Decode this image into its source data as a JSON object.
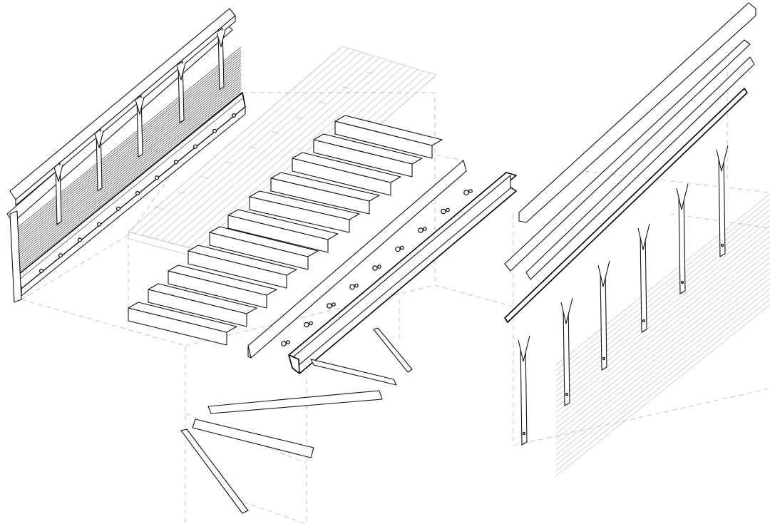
{
  "figure": {
    "kind": "exploded isometric line drawing of a footbridge assembly",
    "components": [
      {
        "name": "left-railing-assembly",
        "icon": "railing-icon"
      },
      {
        "name": "deck-boards",
        "icon": "deck-icon"
      },
      {
        "name": "cross-joists",
        "icon": "joist-icon"
      },
      {
        "name": "steel-channel-beam",
        "icon": "i-beam-icon"
      },
      {
        "name": "angle-brace-members",
        "icon": "angle-brace-icon"
      },
      {
        "name": "right-handrail-members",
        "icon": "handrail-icon"
      },
      {
        "name": "right-railing-posts",
        "icon": "post-icon"
      }
    ]
  },
  "colors": {
    "ink": "#000000",
    "ghost": "#b8b8b8",
    "background": "#ffffff"
  }
}
